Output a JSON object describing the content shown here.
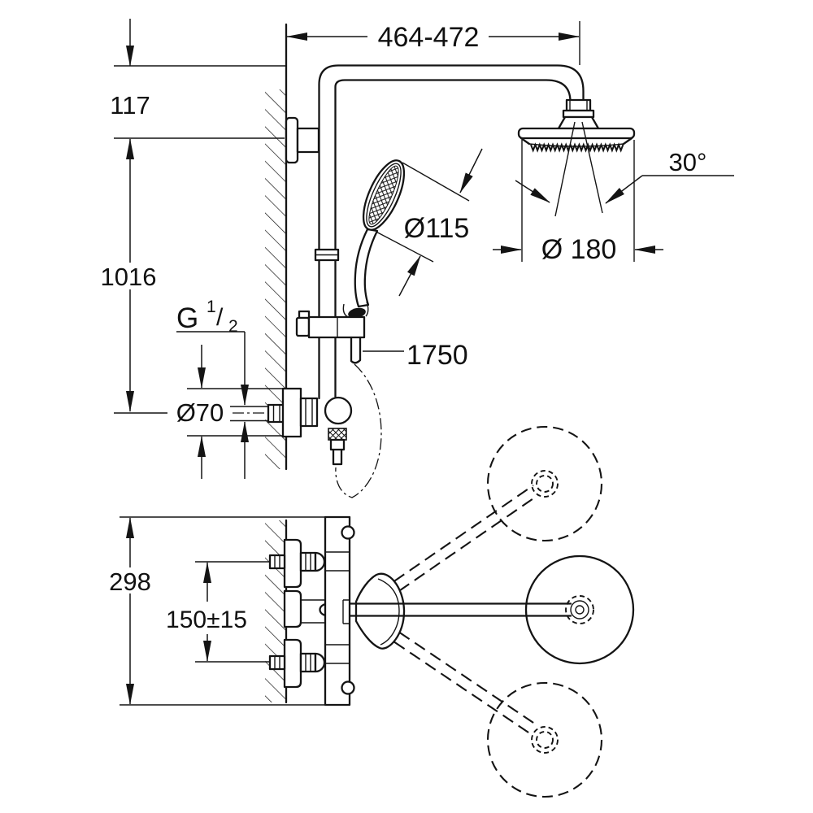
{
  "drawing": {
    "dims": {
      "top_width": "464-472",
      "wall_offset": "117",
      "column_height": "1016",
      "thread_g": "G",
      "thread_num": "1",
      "thread_slash": "/",
      "thread_den": "2",
      "escutcheon_dia": "Ø70",
      "handshower_dia": "Ø115",
      "headshower_dia": "Ø 180",
      "spray_angle": "30°",
      "hose_length": "1750",
      "plan_depth": "298",
      "inlet_spacing": "150±15"
    }
  }
}
